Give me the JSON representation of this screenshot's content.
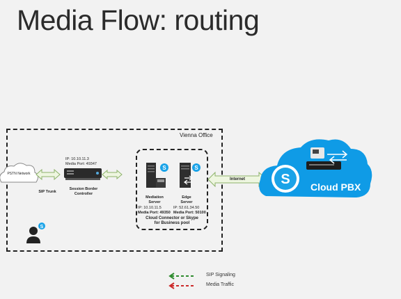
{
  "slide": {
    "title": "Media Flow: routing"
  },
  "office": {
    "label": "Vienna Office"
  },
  "pstn": {
    "label": "PSTN Network"
  },
  "sip_trunk": {
    "label": "SIP Trunk"
  },
  "sbc": {
    "ip": "IP: 10.10.11.3",
    "port": "Media Port: 49347",
    "name_line1": "Session Border",
    "name_line2": "Controller"
  },
  "mediation": {
    "name_line1": "Mediation",
    "name_line2": "Server",
    "ip": "IP: 10.10.11.5",
    "port": "Media Port: 49350"
  },
  "edge": {
    "name_line1": "Edge",
    "name_line2": "Server",
    "ip": "IP: 52.61.34.50",
    "port": "Media Port: 50100"
  },
  "pool": {
    "line1": "Cloud Connector or Skype",
    "line2": "for Business pool"
  },
  "internet": {
    "label": "Internet"
  },
  "cloud_pbx": {
    "label": "Cloud PBX"
  },
  "legend": {
    "sip_label": "SIP Signaling",
    "media_label": "Media Traffic",
    "sip_color": "#2e8b2e",
    "media_color": "#cc2a2a"
  },
  "colors": {
    "skype_blue": "#1aa3e8",
    "cloud_blue": "#0f9be6",
    "arrow_fill": "#eef6e0",
    "arrow_stroke": "#8db36a"
  }
}
